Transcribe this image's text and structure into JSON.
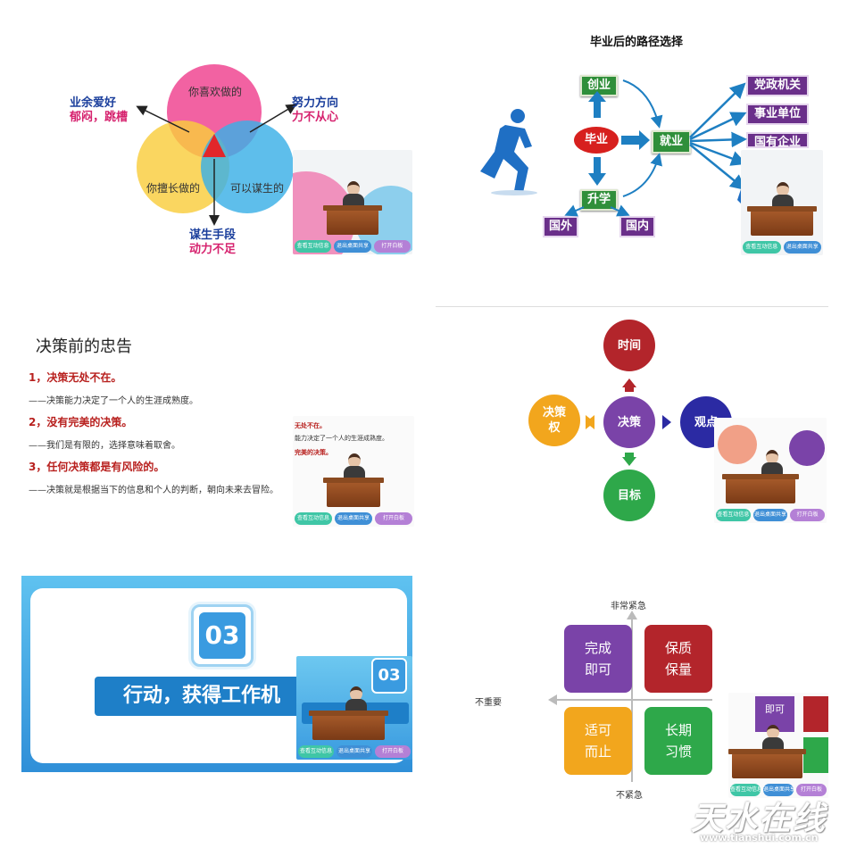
{
  "panel_venn": {
    "circles": [
      "你喜欢做的",
      "你擅长做的",
      "可以谋生的"
    ],
    "annot_left": {
      "line1": "业余爱好",
      "line2": "郁闷，跳槽"
    },
    "annot_right": {
      "line1": "努力方向",
      "line2": "力不从心"
    },
    "annot_bottom": {
      "line1": "谋生手段",
      "line2": "动力不足"
    }
  },
  "panel_paths": {
    "title": "毕业后的路径选择",
    "center": "毕业",
    "chuangye": "创业",
    "jiuye": "就业",
    "shengxue": "升学",
    "guowai": "国外",
    "guonei": "国内",
    "right_boxes": [
      "党政机关",
      "事业单位",
      "国有企业"
    ]
  },
  "panel_advice": {
    "title": "决策前的忠告",
    "items": [
      {
        "heading": "1，决策无处不在。",
        "text": "——决策能力决定了一个人的生涯成熟度。"
      },
      {
        "heading": "2，没有完美的决策。",
        "text": "——我们是有限的，选择意味着取舍。"
      },
      {
        "heading": "3，任何决策都是有风险的。",
        "text": "——决策就是根据当下的信息和个人的判断，朝向未来去冒险。"
      }
    ]
  },
  "panel_decision": {
    "center": "决策",
    "top": "时间",
    "left": "决策\n权",
    "right": "观点",
    "bottom": "目标"
  },
  "panel_action": {
    "number": "03",
    "banner": "行动，获得工作机"
  },
  "panel_matrix": {
    "axis_top": "非常紧急",
    "axis_bottom": "不紧急",
    "axis_left": "不重要",
    "q_tl": "完成\n即可",
    "q_tr": "保质\n保量",
    "q_bl": "适可\n而止",
    "q_br": "长期\n习惯"
  },
  "overlay": {
    "btn1": "查看互动信息",
    "btn2": "退出桌面共享",
    "btn3": "打开白板"
  },
  "watermark": {
    "logo_text": "天水在线",
    "url": "www.tianshui.com.cn"
  },
  "colors": {
    "accent_green": "#2f8f3a",
    "accent_red": "#d7201e",
    "purple": "#6a2f8a",
    "blue": "#1a3e9c"
  }
}
